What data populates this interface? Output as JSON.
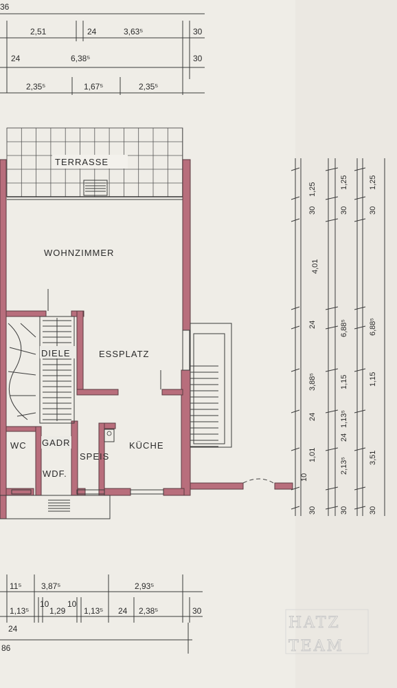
{
  "rooms": {
    "terrace": "TERRASSE",
    "living": "WOHNZIMMER",
    "hall": "DIELE",
    "dining": "ESSPLATZ",
    "wc": "WC",
    "wardrobe": "GADR",
    "pantry": "SPEIS",
    "kitchen": "KÜCHE",
    "wdf": "WDF."
  },
  "dims_top": {
    "corner": "36",
    "r1": [
      "2,51",
      "24",
      "3,63⁵",
      "30"
    ],
    "r2": [
      "24",
      "6,38⁵",
      "30"
    ],
    "r3": [
      "2,35⁵",
      "1,67⁵",
      "2,35⁵"
    ]
  },
  "dims_right": {
    "col1": [
      "1,25",
      "30",
      "4,01",
      "24",
      "3,88⁵",
      "24",
      "1,01",
      "10",
      "30"
    ],
    "col2": [
      "1,25",
      "30",
      "6,88⁵",
      "1,15",
      "1,13⁵",
      "24",
      "2,13⁵",
      "30"
    ],
    "col3": [
      "1,25",
      "30",
      "6,88⁵",
      "1,15",
      "3,51",
      "30"
    ]
  },
  "dims_bottom": {
    "r1": [
      "11⁵",
      "3,87⁵",
      "2,93⁵"
    ],
    "r2": [
      "1,13⁵",
      "10",
      "1,29",
      "10",
      "1,13⁵",
      "24",
      "2,38⁵",
      "30"
    ],
    "r3": [
      "24"
    ],
    "r4": [
      "86"
    ]
  },
  "watermark": [
    "HATZ",
    "TEAM"
  ]
}
